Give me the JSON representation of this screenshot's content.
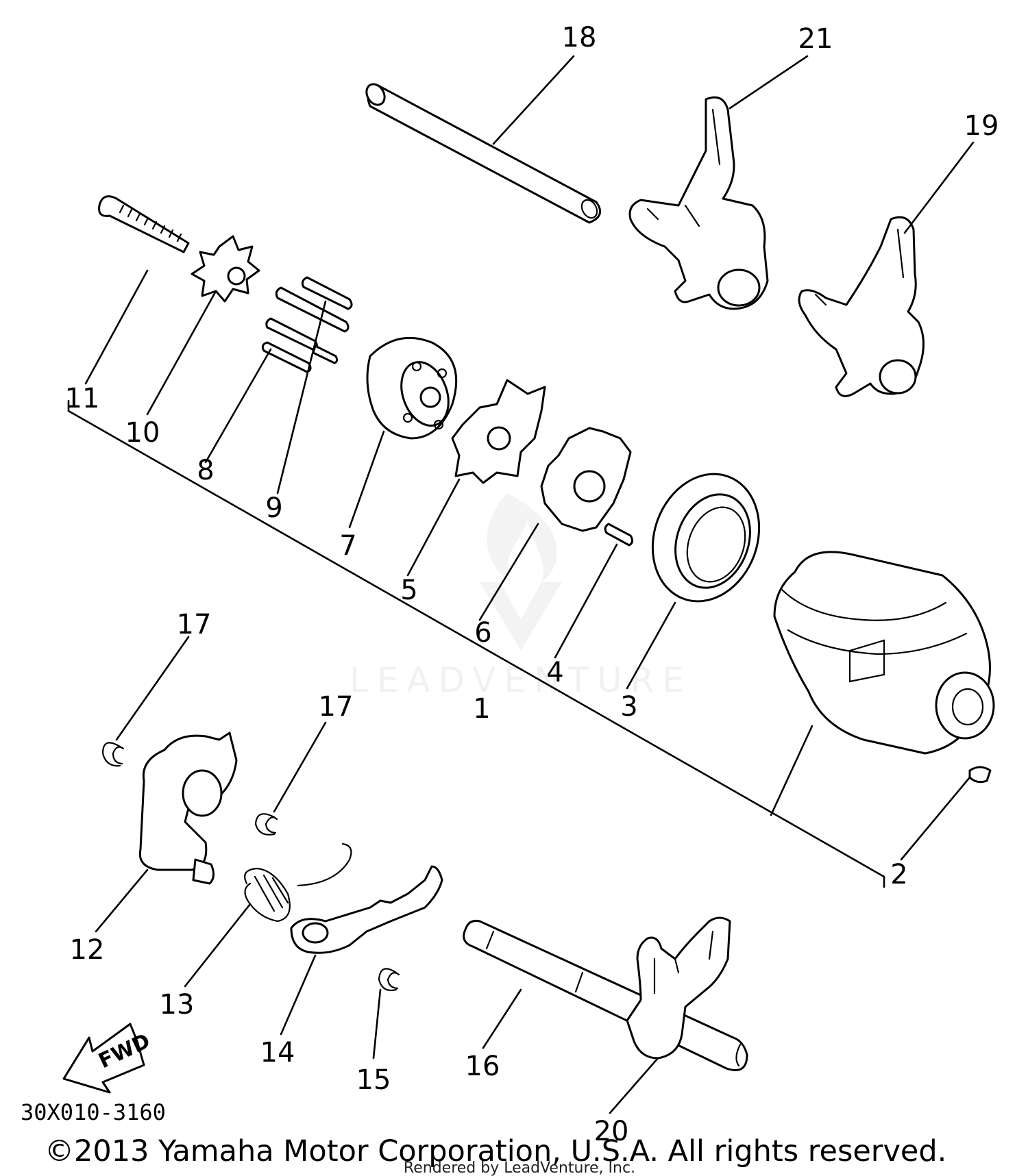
{
  "diagram": {
    "part_numbers": {
      "p1": "1",
      "p2": "2",
      "p3": "3",
      "p4": "4",
      "p5": "5",
      "p6": "6",
      "p7": "7",
      "p8": "8",
      "p9": "9",
      "p10": "10",
      "p11": "11",
      "p12": "12",
      "p13": "13",
      "p14": "14",
      "p15": "15",
      "p16": "16",
      "p17a": "17",
      "p17b": "17",
      "p18": "18",
      "p19": "19",
      "p20": "20",
      "p21": "21"
    },
    "fwd_label": "FWD",
    "diagram_code": "30X010-3160",
    "copyright": "©2013 Yamaha Motor Corporation, U.S.A. All rights reserved.",
    "rendered_by": "Rendered by LeadVenture, Inc.",
    "watermark": "LEADVENTURE"
  }
}
